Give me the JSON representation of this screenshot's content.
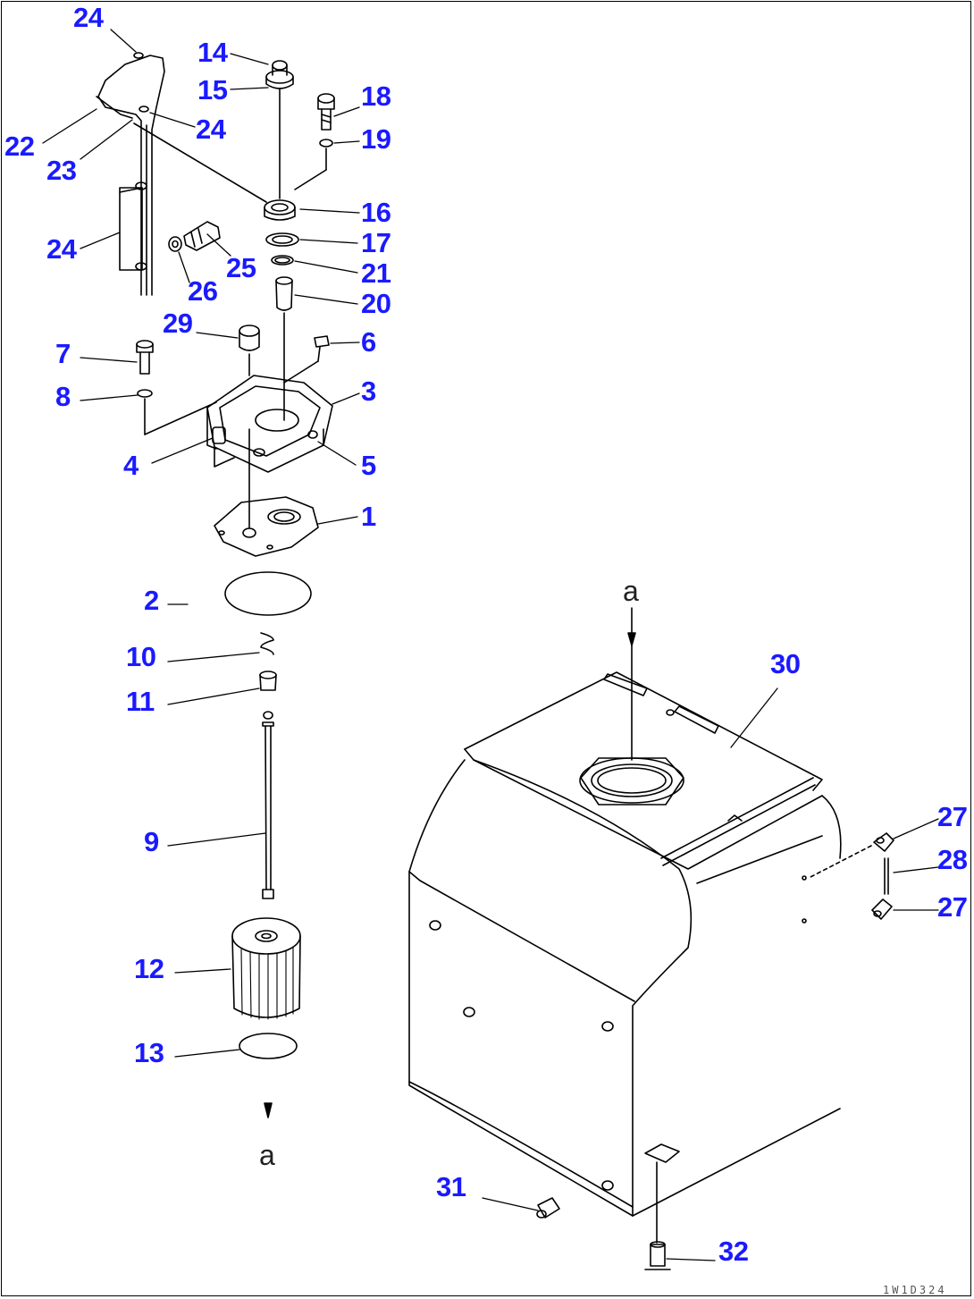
{
  "labels": {
    "l24a": "24",
    "l14": "14",
    "l15": "15",
    "l18": "18",
    "l22": "22",
    "l24b": "24",
    "l19": "19",
    "l23": "23",
    "l16": "16",
    "l17": "17",
    "l24c": "24",
    "l25": "25",
    "l21": "21",
    "l26": "26",
    "l20": "20",
    "l29": "29",
    "l6": "6",
    "l7": "7",
    "l3": "3",
    "l8": "8",
    "l4": "4",
    "l5": "5",
    "l1": "1",
    "l2": "2",
    "l10": "10",
    "l11": "11",
    "l9": "9",
    "l12": "12",
    "l13": "13",
    "l30": "30",
    "l27a": "27",
    "l28": "28",
    "l27b": "27",
    "l31": "31",
    "l32": "32"
  },
  "view_marks": {
    "top": "a",
    "bottom": "a"
  },
  "drawing_code": "1W1D324",
  "colors": {
    "label": "#1a1aff",
    "line": "#000000",
    "background": "#ffffff"
  }
}
